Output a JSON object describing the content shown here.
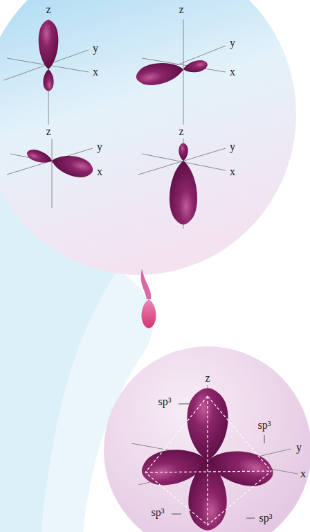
{
  "diagram": {
    "labels": [
      "z",
      "y",
      "x",
      "z",
      "y",
      "x",
      "z",
      "y",
      "x",
      "z",
      "y",
      "x",
      "z",
      "sp³",
      "sp³",
      "y",
      "x",
      "sp³",
      "sp³"
    ]
  }
}
